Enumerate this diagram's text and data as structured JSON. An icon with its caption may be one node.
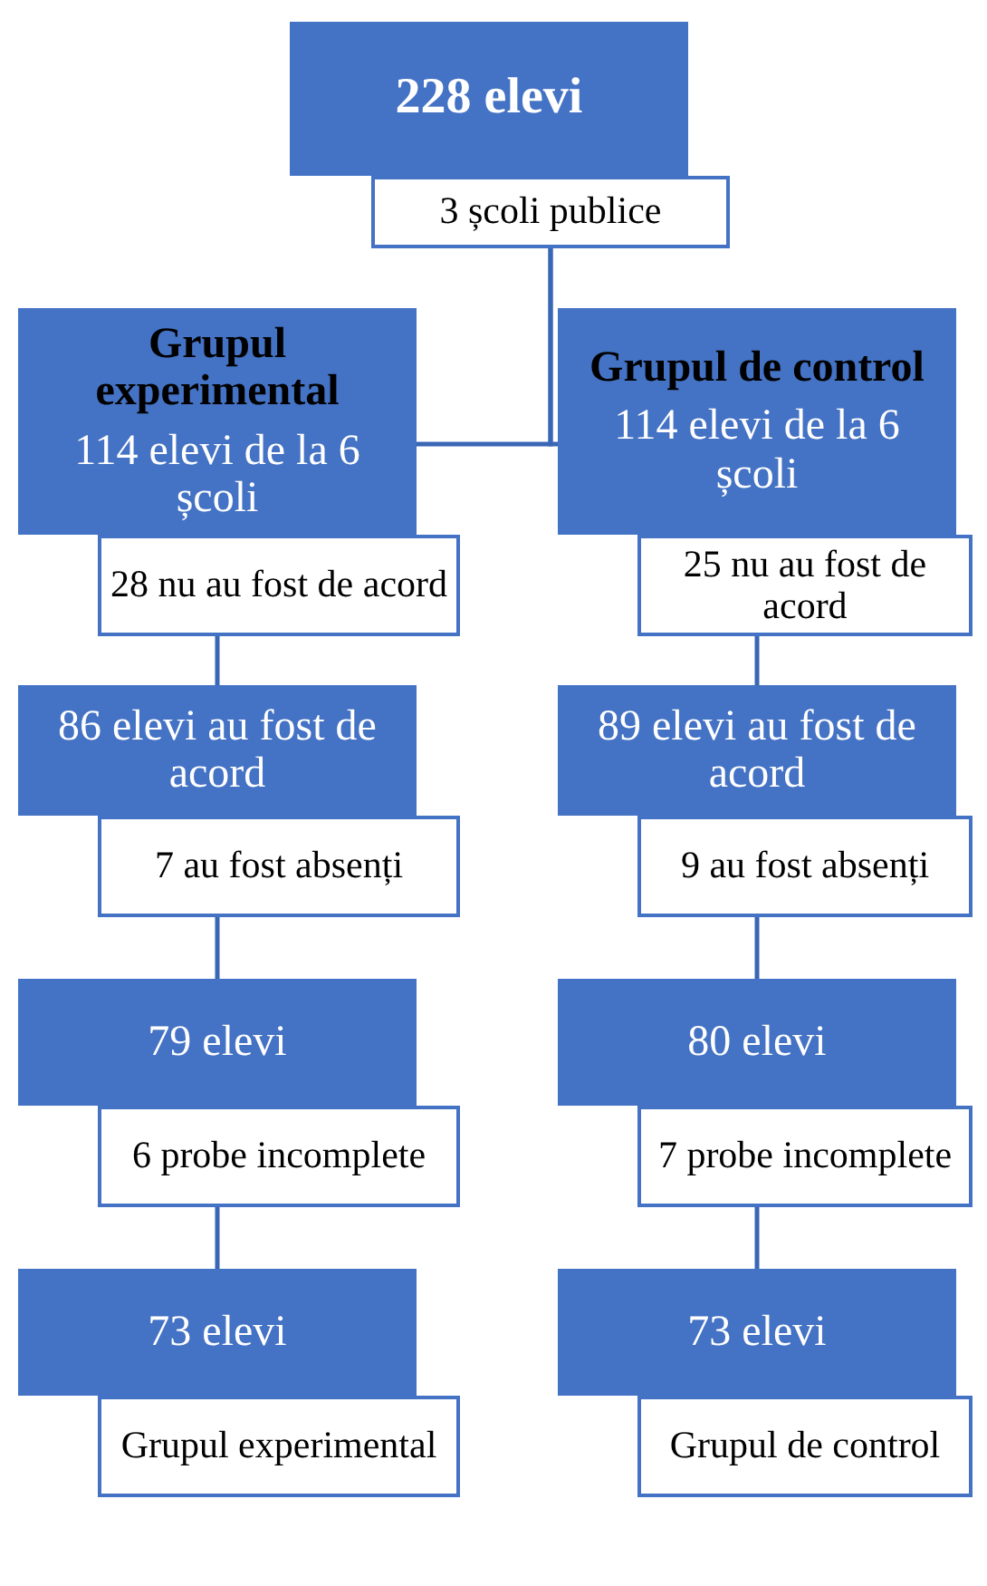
{
  "diagram": {
    "nodes": [
      {
        "text": [
          "228 elevi"
        ]
      },
      {
        "text": [
          "3 școli publice"
        ]
      },
      {
        "text": [
          "Grupul experimental",
          "114 elevi de la 6 școli"
        ]
      },
      {
        "text": [
          "28 nu au fost de acord"
        ]
      },
      {
        "text": [
          "Grupul de control",
          "114 elevi de la 6 școli"
        ]
      },
      {
        "text": [
          "25 nu au fost de acord"
        ]
      },
      {
        "text": [
          "86 elevi au fost de acord"
        ]
      },
      {
        "text": [
          "7 au fost absenți"
        ]
      },
      {
        "text": [
          "89 elevi au fost de acord"
        ]
      },
      {
        "text": [
          "9 au fost absenți"
        ]
      },
      {
        "text": [
          "79 elevi"
        ]
      },
      {
        "text": [
          "6 probe incomplete"
        ]
      },
      {
        "text": [
          "80 elevi"
        ]
      },
      {
        "text": [
          "7 probe incomplete"
        ]
      },
      {
        "text": [
          "73 elevi"
        ]
      },
      {
        "text": [
          "Grupul experimental"
        ]
      },
      {
        "text": [
          "73 elevi"
        ]
      },
      {
        "text": [
          "Grupul de control"
        ]
      }
    ],
    "edges": [
      {
        "from": 1,
        "to": 2,
        "arrow": "none"
      },
      {
        "from": 1,
        "to": 4,
        "arrow": "none"
      },
      {
        "from": 3,
        "to": 6,
        "arrow": "none"
      },
      {
        "from": 5,
        "to": 8,
        "arrow": "none"
      },
      {
        "from": 7,
        "to": 10,
        "arrow": "none"
      },
      {
        "from": 9,
        "to": 12,
        "arrow": "none"
      },
      {
        "from": 11,
        "to": 14,
        "arrow": "none"
      },
      {
        "from": 13,
        "to": 16,
        "arrow": "none"
      }
    ]
  }
}
